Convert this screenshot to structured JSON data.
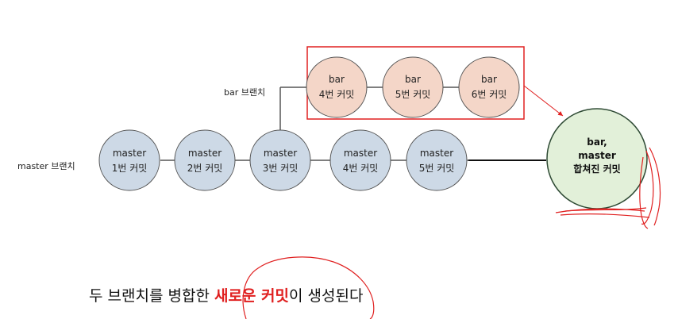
{
  "labels": {
    "master_branch": "master 브랜치",
    "bar_branch": "bar 브랜치"
  },
  "master_commits": [
    {
      "line1": "master",
      "line2": "1번 커밋"
    },
    {
      "line1": "master",
      "line2": "2번 커밋"
    },
    {
      "line1": "master",
      "line2": "3번 커밋"
    },
    {
      "line1": "master",
      "line2": "4번 커밋"
    },
    {
      "line1": "master",
      "line2": "5번 커밋"
    }
  ],
  "bar_commits": [
    {
      "line1": "bar",
      "line2": "4번 커밋"
    },
    {
      "line1": "bar",
      "line2": "5번 커밋"
    },
    {
      "line1": "bar",
      "line2": "6번 커밋"
    }
  ],
  "merge_commit": {
    "line1": "bar,",
    "line2": "master",
    "line3": "합쳐진 커밋"
  },
  "caption": {
    "before": "두 브랜치를 병합한 ",
    "emphasis": "새로운 커밋",
    "after": "이 생성된다"
  },
  "colors": {
    "master_fill": "#cdd9e6",
    "bar_fill": "#f4d6c8",
    "merge_fill": "#e2f0d9",
    "merge_stroke": "#2e4a34",
    "highlight": "#e02020",
    "node_stroke": "#555555",
    "line": "#555555"
  }
}
